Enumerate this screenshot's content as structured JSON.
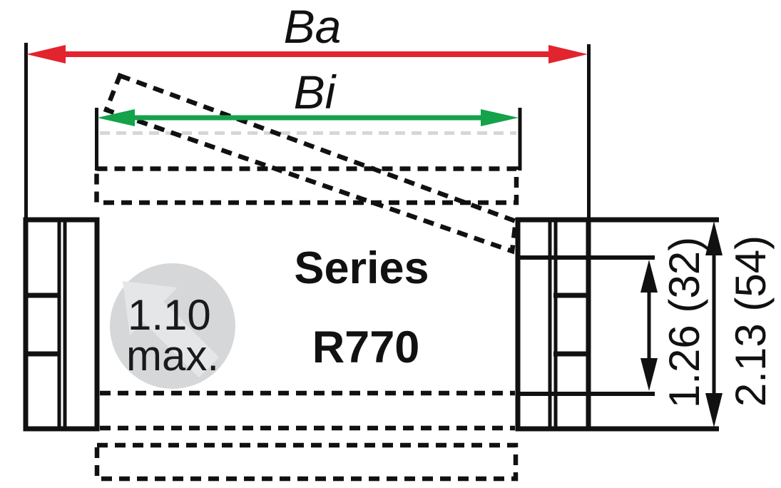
{
  "labels": {
    "series_line1": "Series",
    "series_line2": "R770",
    "outer_width": "Ba",
    "inner_width": "Bi",
    "note_value": "1.10",
    "note_suffix": "max.",
    "inner_height": "1.26 (32)",
    "outer_height": "2.13 (54)"
  },
  "colors": {
    "outer_width_dim": "#e2242e",
    "inner_width_dim": "#14a24a",
    "line": "#111111",
    "note_circle_fill": "#d5d7d8",
    "note_watermark": "#e4e6e8"
  }
}
